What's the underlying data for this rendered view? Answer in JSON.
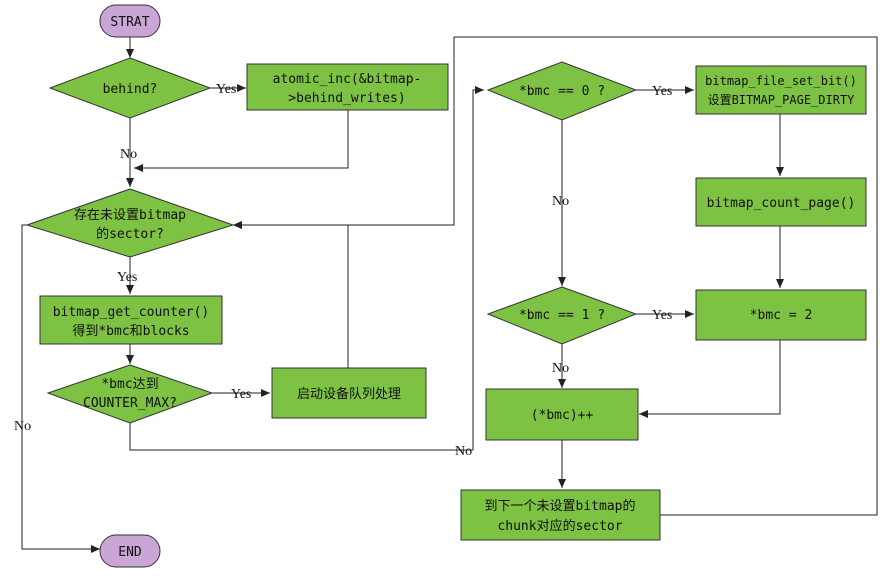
{
  "nodes": {
    "start": "STRAT",
    "behind": "behind?",
    "atomic_inc_1": "atomic_inc(&bitmap-",
    "atomic_inc_2": ">behind_writes)",
    "unset_check_1": "存在未设置bitmap",
    "unset_check_2": "的sector?",
    "get_counter_1": "bitmap_get_counter()",
    "get_counter_2": "得到*bmc和blocks",
    "counter_max_1": "*bmc达到",
    "counter_max_2": "COUNTER_MAX?",
    "queue": "启动设备队列处理",
    "bmc_zero": "*bmc == 0 ?",
    "file_set_bit_1": "bitmap_file_set_bit()",
    "file_set_bit_2": "设置BITMAP_PAGE_DIRTY",
    "count_page": "bitmap_count_page()",
    "bmc_one": "*bmc == 1 ?",
    "bmc_two": "*bmc = 2",
    "bmc_inc": "(*bmc)++",
    "next_sector_1": "到下一个未设置bitmap的",
    "next_sector_2": "chunk对应的sector",
    "end": "END"
  },
  "edges": {
    "behind_yes": "Yes",
    "behind_no": "No",
    "unset_yes": "Yes",
    "unset_no": "No",
    "max_yes": "Yes",
    "max_no": "No",
    "zero_yes": "Yes",
    "zero_no": "No",
    "one_yes": "Yes",
    "one_no": "No"
  }
}
